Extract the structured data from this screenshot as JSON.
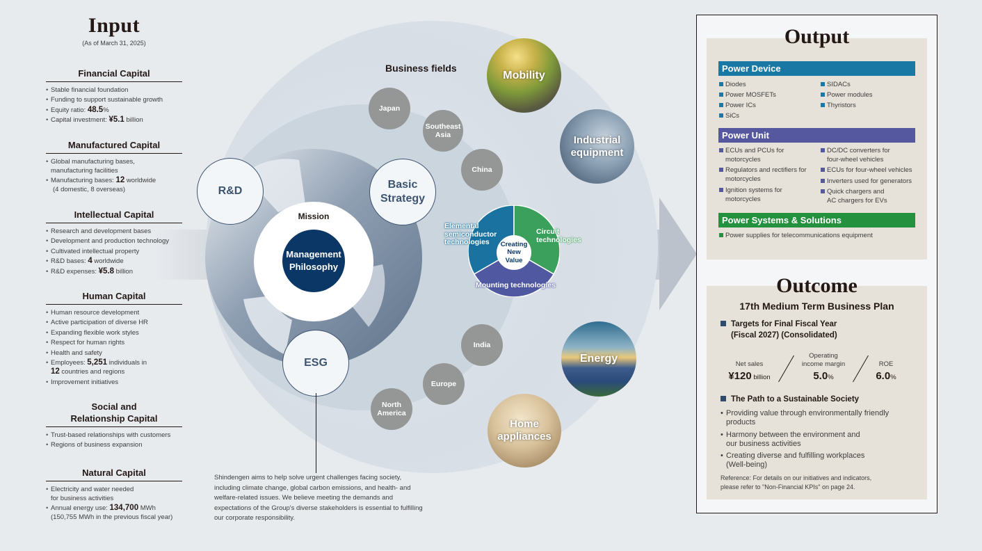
{
  "input": {
    "title": "Input",
    "as_of": "(As of March 31, 2025)",
    "capitals": [
      {
        "title": "Financial Capital",
        "items": [
          {
            "text": "Stable financial foundation"
          },
          {
            "text": "Funding to support sustainable growth"
          },
          {
            "pre": "Equity ratio: ",
            "value": "48.5",
            "post": "%"
          },
          {
            "pre": "Capital investment: ",
            "value": "¥5.1",
            "post": " billion"
          }
        ]
      },
      {
        "title": "Manufactured Capital",
        "items": [
          {
            "text": "Global manufacturing bases,",
            "text2": "manufacturing facilities"
          },
          {
            "pre": "Manufacturing bases: ",
            "value": "12",
            "post": " worldwide",
            "text2": "(4 domestic, 8 overseas)"
          }
        ]
      },
      {
        "title": "Intellectual Capital",
        "items": [
          {
            "text": "Research and development bases"
          },
          {
            "text": "Development and production technology"
          },
          {
            "text": "Cultivated intellectual property"
          },
          {
            "pre": "R&D bases: ",
            "value": "4",
            "post": " worldwide"
          },
          {
            "pre": "R&D expenses: ",
            "value": "¥5.8",
            "post": " billion"
          }
        ]
      },
      {
        "title": "Human Capital",
        "items": [
          {
            "text": "Human resource development"
          },
          {
            "text": "Active participation of diverse HR"
          },
          {
            "text": "Expanding flexible work styles"
          },
          {
            "text": "Respect for human rights"
          },
          {
            "text": "Health and safety"
          },
          {
            "pre": "Employees: ",
            "value": "5,251",
            "post": " individuals in",
            "value2": "12",
            "post2": " countries and regions"
          },
          {
            "text": "Improvement initiatives"
          }
        ]
      },
      {
        "title": "Social and",
        "title2": "Relationship Capital",
        "items": [
          {
            "text": "Trust-based relationships with customers"
          },
          {
            "text": "Regions of business expansion"
          }
        ]
      },
      {
        "title": "Natural Capital",
        "items": [
          {
            "text": "Electricity and water needed",
            "text2": "for business activities"
          },
          {
            "pre": "Annual energy use: ",
            "value": "134,700",
            "post": " MWh",
            "text2": "(150,755 MWh in the previous fiscal year)"
          }
        ]
      }
    ]
  },
  "center": {
    "mission": "Mission",
    "philosophy_line1": "Management",
    "philosophy_line2": "Philosophy",
    "rd": "R&D",
    "strategy_line1": "Basic",
    "strategy_line2": "Strategy",
    "esg": "ESG",
    "esg_text": "Shindengen aims to help solve urgent challenges facing society, including climate change, global carbon emissions, and health- and welfare-related issues. We believe meeting the demands and expectations of the Group's diverse stakeholders is essential to fulfilling our corporate responsibility.",
    "business_fields_title": "Business fields",
    "regions": [
      "Japan",
      "Southeast Asia",
      "China",
      "India",
      "Europe",
      "North America"
    ],
    "fields": [
      "Mobility",
      "Industrial equipment",
      "Energy",
      "Home appliances"
    ],
    "value_creation": {
      "center_line1": "Creating",
      "center_line2": "New",
      "center_line3": "Value",
      "segments": [
        {
          "label1": "Elemental",
          "label2": "semiconductor",
          "label3": "technologies",
          "color": "#1a72a0"
        },
        {
          "label1": "Circuit",
          "label2": "technologies",
          "color": "#3aa05c"
        },
        {
          "label1": "Mounting technologies",
          "color": "#4f58a0"
        }
      ]
    }
  },
  "output": {
    "title": "Output",
    "categories": [
      {
        "name": "Power Device",
        "color": "#1a78a4",
        "left": [
          "Diodes",
          "Power MOSFETs",
          "Power ICs",
          "SiCs"
        ],
        "right": [
          "SIDACs",
          "Power modules",
          "Thyristors"
        ]
      },
      {
        "name": "Power Unit",
        "color": "#55589e",
        "left": [
          [
            "ECUs and PCUs for",
            "motorcycles"
          ],
          [
            "Regulators and rectifiers for",
            "motorcycles"
          ],
          [
            "Ignition systems for",
            "motorcycles"
          ]
        ],
        "right": [
          [
            "DC/DC converters for",
            "four-wheel vehicles"
          ],
          [
            "ECUs for four-wheel vehicles"
          ],
          [
            "Inverters used for generators"
          ],
          [
            "Quick chargers and",
            "AC chargers for EVs"
          ]
        ]
      },
      {
        "name": "Power Systems & Solutions",
        "color": "#23913e",
        "left": [
          "Power supplies for telecommunications equipment"
        ]
      }
    ]
  },
  "outcome": {
    "title": "Outcome",
    "subtitle": "17th Medium Term Business Plan",
    "targets_line1": "Targets for Final Fiscal Year",
    "targets_line2": "(Fiscal 2027) (Consolidated)",
    "kpis": [
      {
        "label": "Net sales",
        "value": "¥120",
        "unit": " billion"
      },
      {
        "label1": "Operating",
        "label": "income margin",
        "value": "5.0",
        "unit": "%"
      },
      {
        "label": "ROE",
        "value": "6.0",
        "unit": "%"
      }
    ],
    "path_title": "The Path to a Sustainable Society",
    "path_items": [
      [
        "Providing value through environmentally friendly",
        "products"
      ],
      [
        "Harmony between the environment and",
        "our business activities"
      ],
      [
        "Creating diverse and fulfilling workplaces",
        "(Well-being)"
      ]
    ],
    "reference_line1": "Reference: For details on our initiatives and indicators,",
    "reference_line2": "please refer to \"Non-Financial KPIs\" on page 24."
  }
}
